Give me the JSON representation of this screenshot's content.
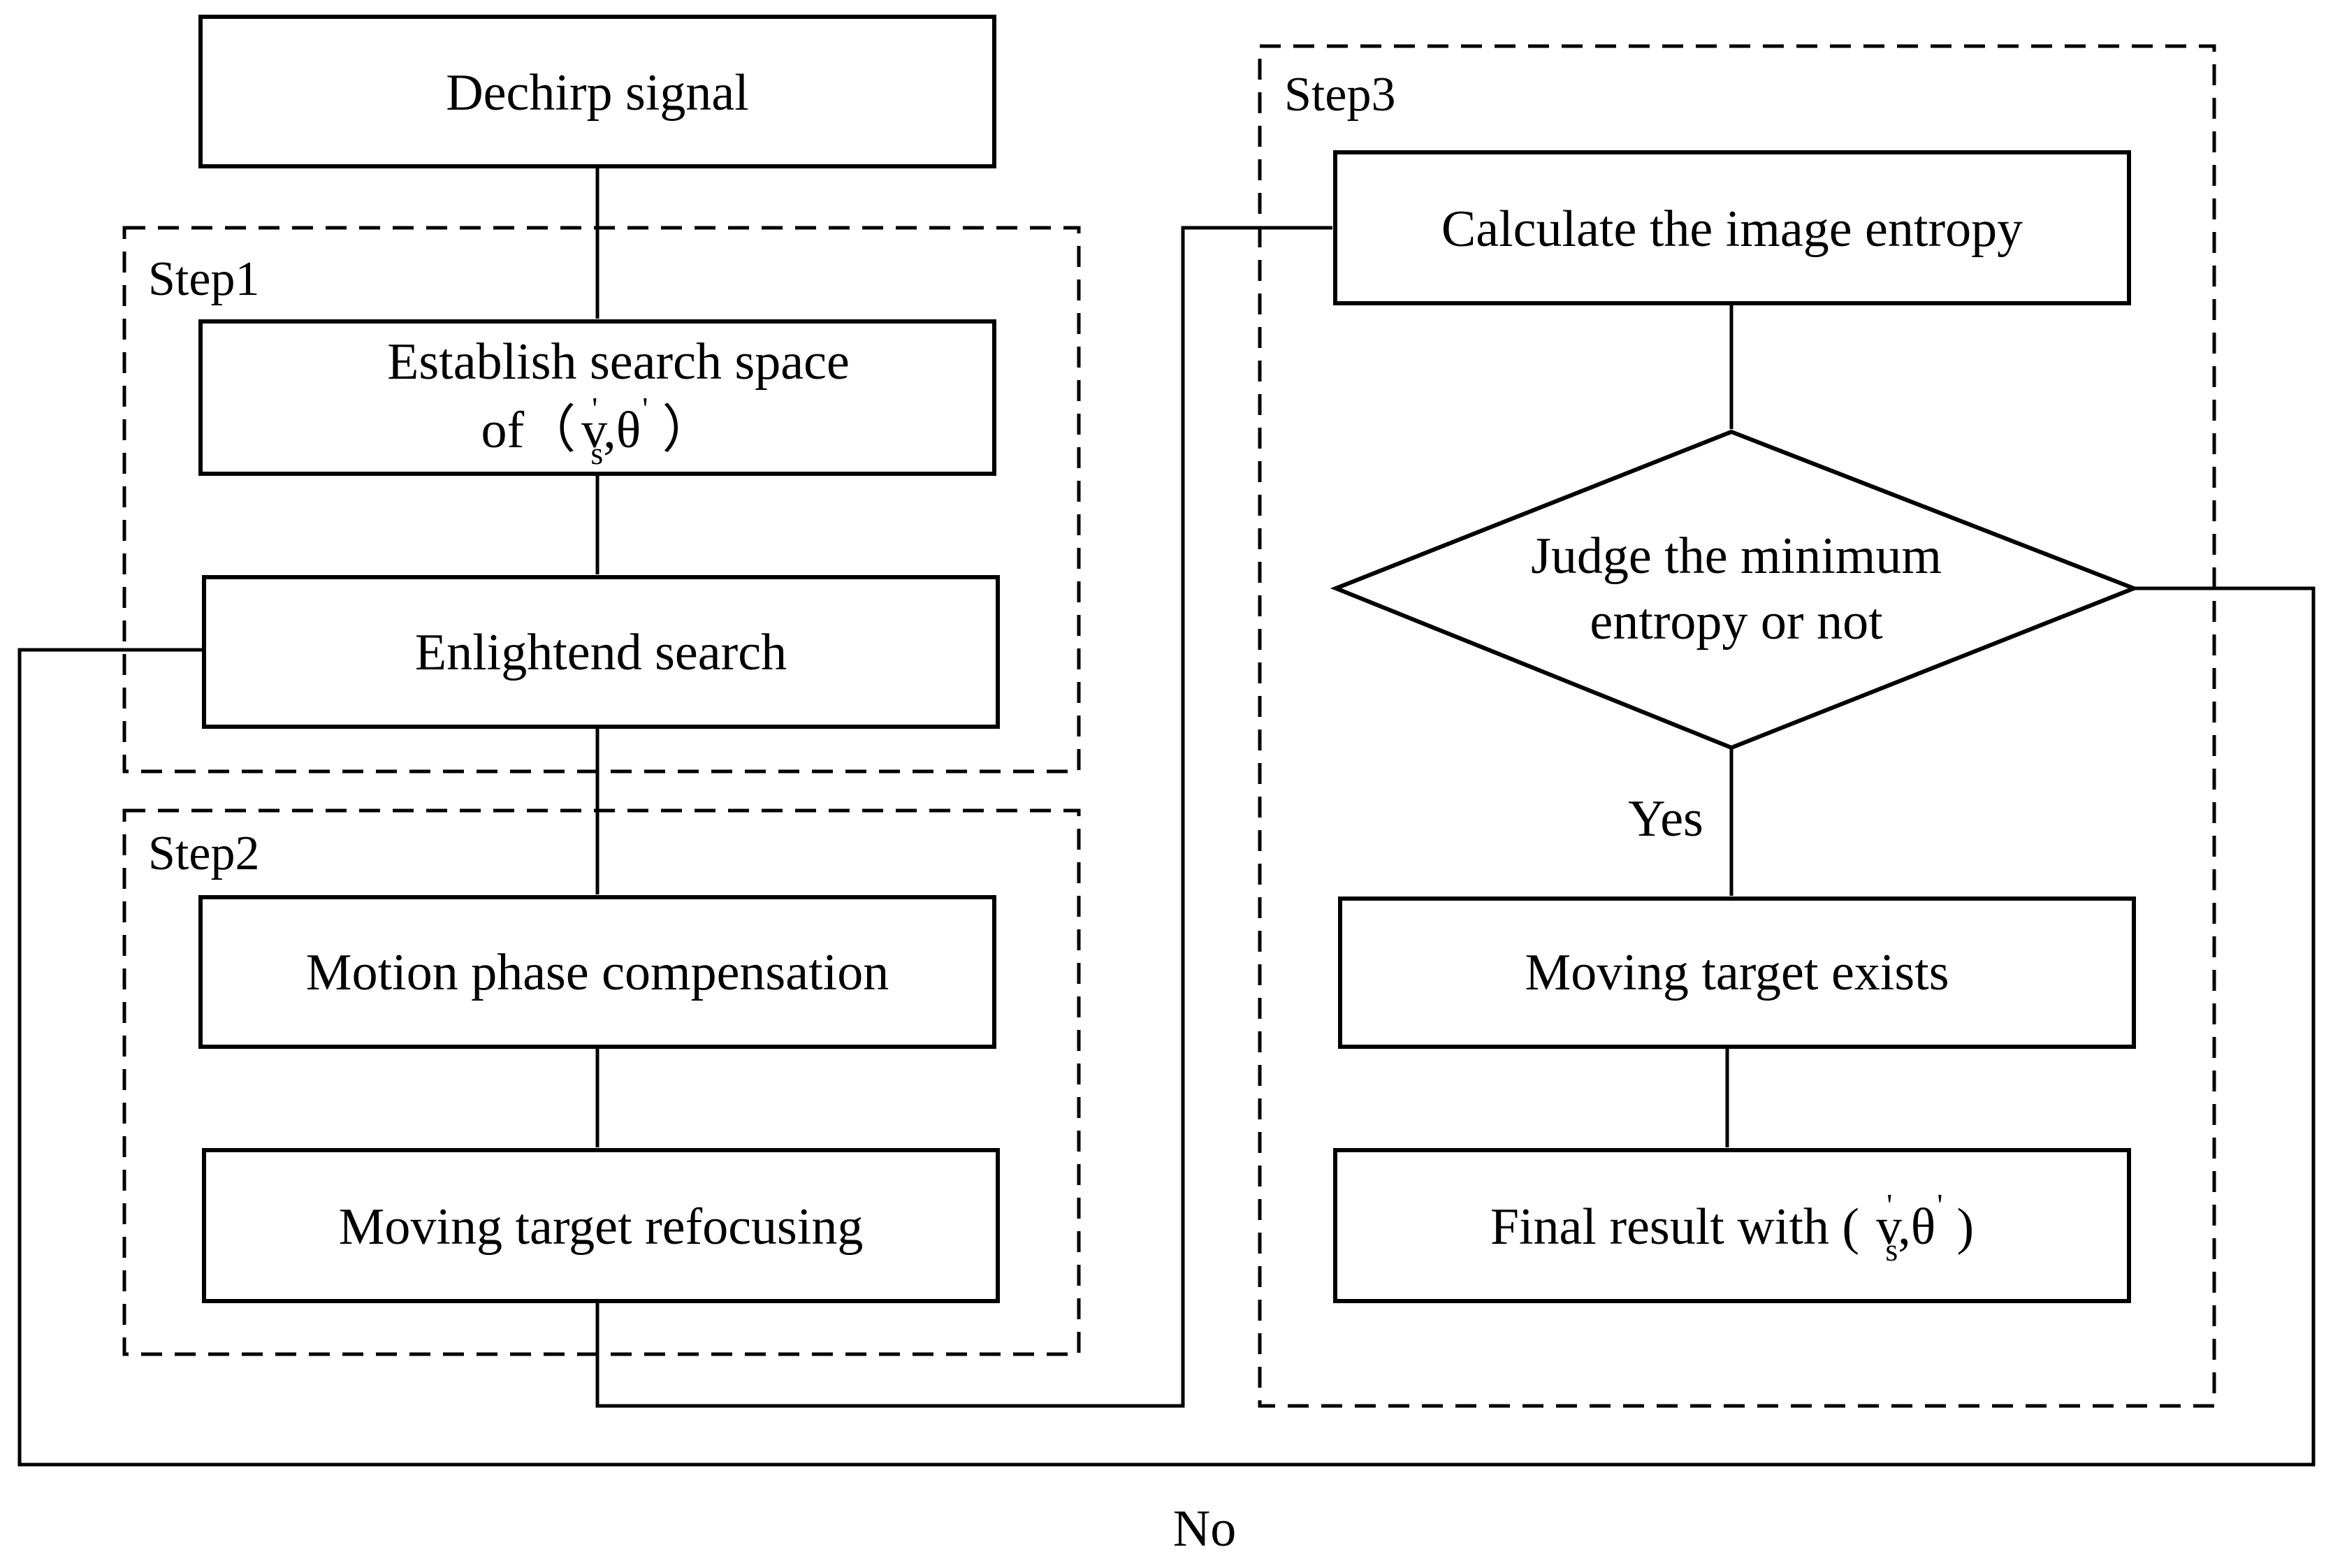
{
  "groups": {
    "step1": "Step1",
    "step2": "Step2",
    "step3": "Step3"
  },
  "nodes": {
    "dechirp": "Dechirp signal",
    "establish_line1": "Establish search space",
    "establish_line2_prefix": "of（",
    "establish_var_v": "v",
    "establish_var_prime1": "'",
    "establish_var_s": "s",
    "establish_var_sep": ",θ",
    "establish_var_prime2": "'",
    "establish_close": "）",
    "enlighten": "Enlightend  search",
    "motion": "Motion phase compensation",
    "refocus": "Moving target refocusing",
    "entropy": "Calculate the image entropy",
    "judge_line1": "Judge the minimum",
    "judge_line2": "entropy or not",
    "exists": "Moving target exists",
    "final_prefix": "Final result with (",
    "final_var_v": "v",
    "final_var_prime1": "'",
    "final_var_s": "s",
    "final_var_sep": ",θ",
    "final_var_prime2": "'",
    "final_close": ")"
  },
  "edges": {
    "yes": "Yes",
    "no": "No"
  }
}
